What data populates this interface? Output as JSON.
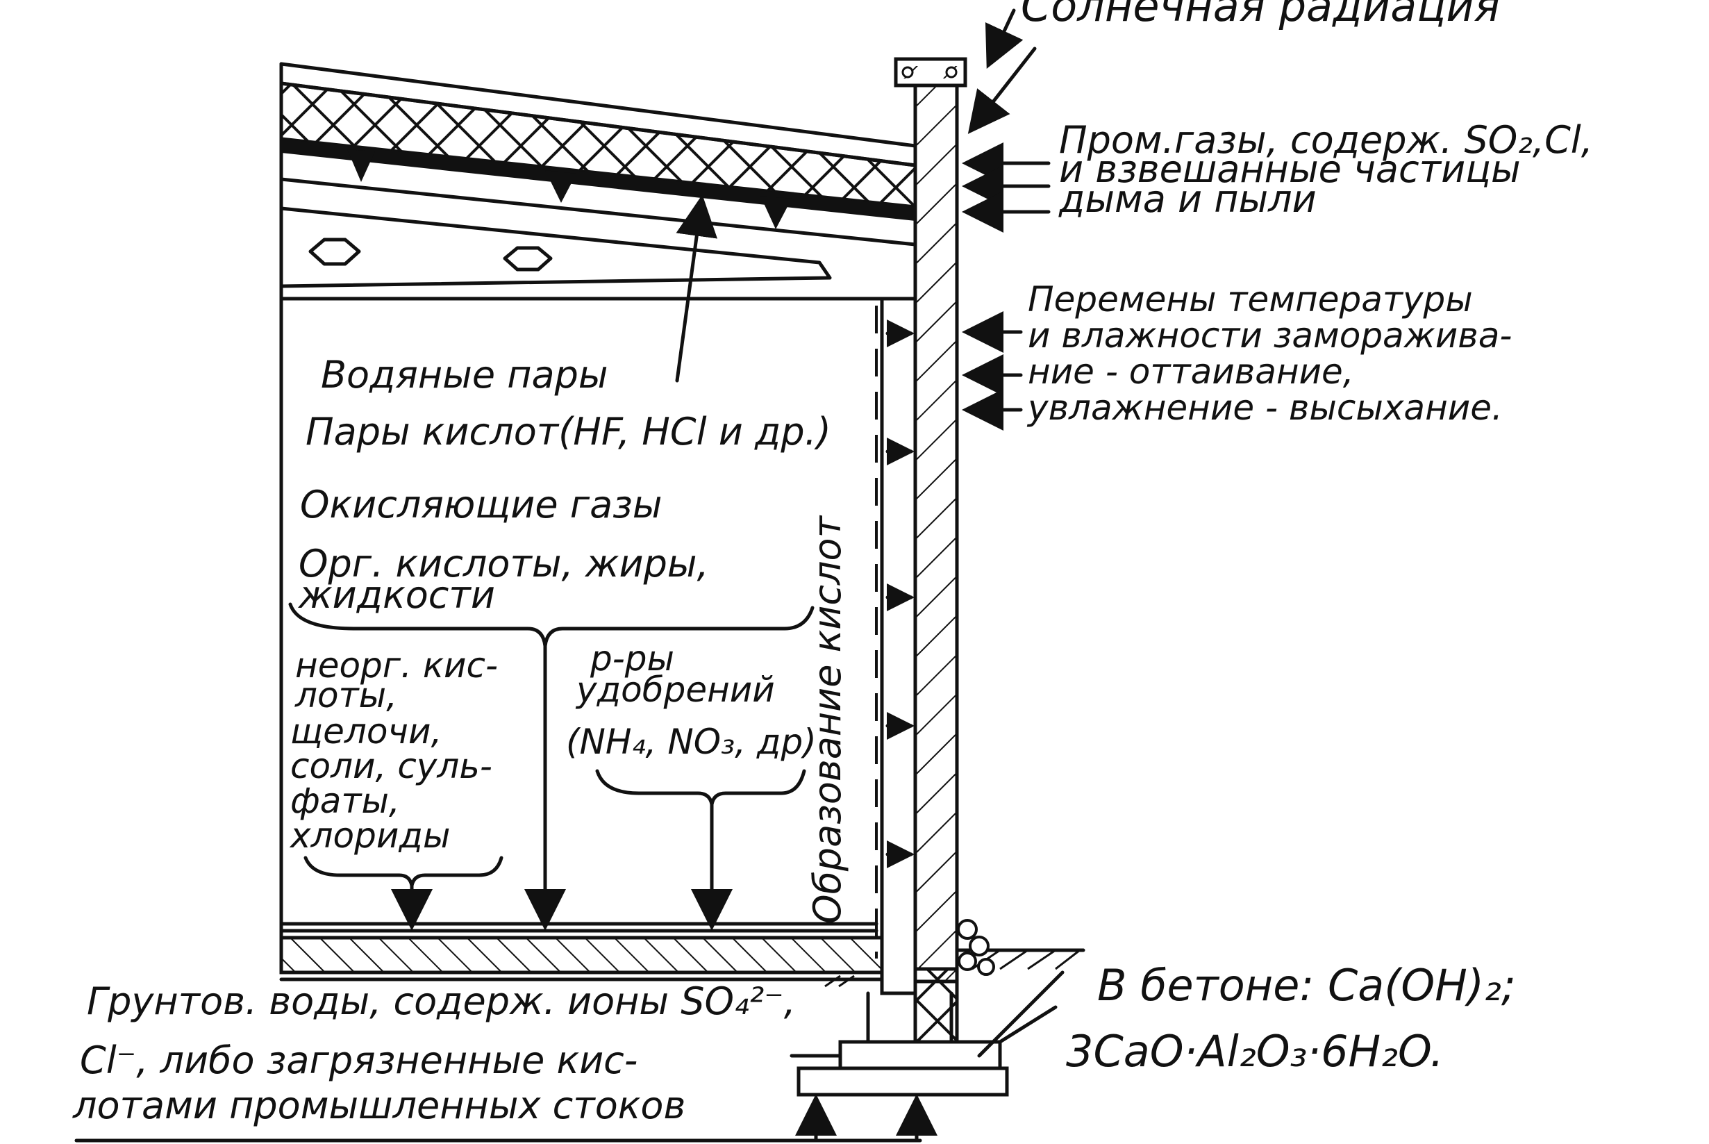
{
  "labels": {
    "solar_radiation": "Солнечная радиация",
    "industrial_gases": [
      "Пром.газы, содерж. SO₂,Cl,",
      "и взвешанные частицы",
      "дыма и пыли"
    ],
    "temperature_changes": [
      "Перемены температуры",
      "и влажности заморажива-",
      "ние - оттаивание,",
      "увлажнение - высыхание."
    ],
    "water_vapor": "Водяные пары",
    "acid_vapors": "Пары кислот(HF, HCl и др.)",
    "oxidizing_gases": "Окисляющие газы",
    "organic_acids": [
      "Орг. кислоты, жиры,",
      "жидкости"
    ],
    "inorganic_acids": [
      "неорг. кис-",
      "лоты,",
      "щелочи,",
      "соли, суль-",
      "фаты,",
      "хлориды"
    ],
    "fertilizer_solutions": [
      "р-ры",
      "удобрений",
      "(NH₄, NO₃, др)"
    ],
    "acid_formation": "Образование кислот",
    "groundwater": [
      "Грунтов. воды, содерж. ионы SO₄²⁻,",
      "Cl⁻, либо загрязненные кис-",
      "лотами промышленных стоков"
    ],
    "in_concrete": [
      "В бетоне: Ca(OH)₂;",
      "3CaO·Al₂O₃·6H₂O."
    ]
  }
}
